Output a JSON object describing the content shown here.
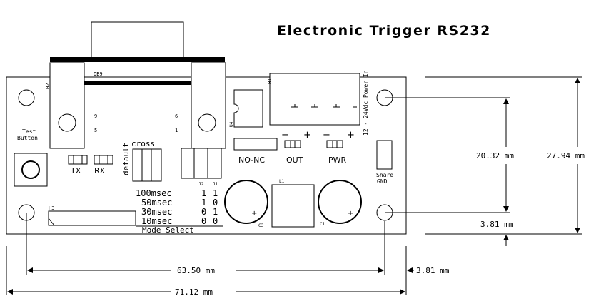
{
  "title": "Electronic Trigger RS232",
  "labels": {
    "db9": "DB9",
    "h2": "H2",
    "h3": "H3",
    "h1": "H1",
    "pin9": "9",
    "pin5": "5",
    "pin6": "6",
    "pin1": "1",
    "test": "Test",
    "button": "Button",
    "tx": "TX",
    "rx": "RX",
    "default": "default",
    "cross": "cross",
    "u4": "U4",
    "no_nc": "NO-NC",
    "out": "OUT",
    "pwr": "PWR",
    "power_in": "12 - 24Vdc Power In",
    "share": "Share",
    "gnd": "GND",
    "l1": "L1",
    "c3": "C3",
    "c1": "C1",
    "j2": "J2",
    "j1": "J1",
    "mode_select": "Mode Select",
    "plus": "+",
    "minus": "−"
  },
  "modes": [
    {
      "time": "100msec",
      "j2": "1",
      "j1": "1"
    },
    {
      "time": "50msec",
      "j2": "1",
      "j1": "0"
    },
    {
      "time": "30msec",
      "j2": "0",
      "j1": "1"
    },
    {
      "time": "10msec",
      "j2": "0",
      "j1": "0"
    }
  ],
  "dimensions": {
    "hole_spacing_vertical": "20.32 mm",
    "board_height": "27.94 mm",
    "hole_offset_bottom": "3.81 mm",
    "hole_spacing_horizontal": "63.50 mm",
    "hole_offset_right": "3.81 mm",
    "board_width": "71.12 mm"
  }
}
